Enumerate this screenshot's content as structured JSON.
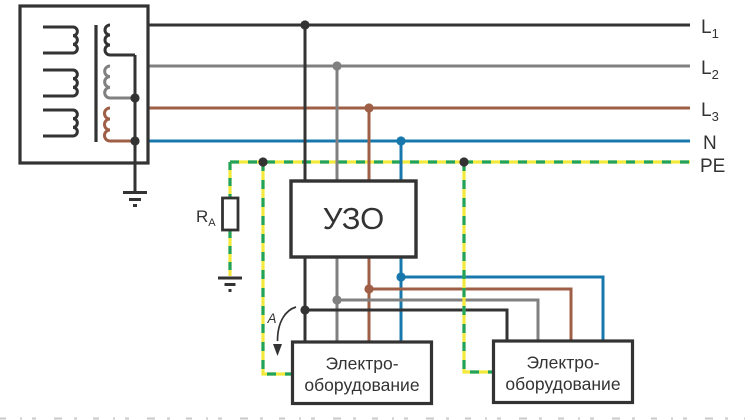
{
  "diagram": {
    "line_labels": {
      "l1_main": "L",
      "l1_sub": "1",
      "l2_main": "L",
      "l2_sub": "2",
      "l3_main": "L",
      "l3_sub": "3",
      "n": "N",
      "pe": "PE"
    },
    "rcd_label": "УЗО",
    "resistor_label_main": "R",
    "resistor_label_sub": "A",
    "current_arrow_label": "А",
    "equipment1": {
      "line1": "Электро-",
      "line2": "оборудование"
    },
    "equipment2": {
      "line1": "Электро-",
      "line2": "оборудование"
    },
    "colors": {
      "phase_l1": "#333333",
      "phase_l2": "#808080",
      "phase_l3": "#9e5f46",
      "neutral": "#1878ad",
      "pe_yellow": "#f2e93c",
      "pe_green": "#21a35c",
      "outline": "#333333",
      "text": "#333333",
      "background": "#ffffff"
    }
  }
}
